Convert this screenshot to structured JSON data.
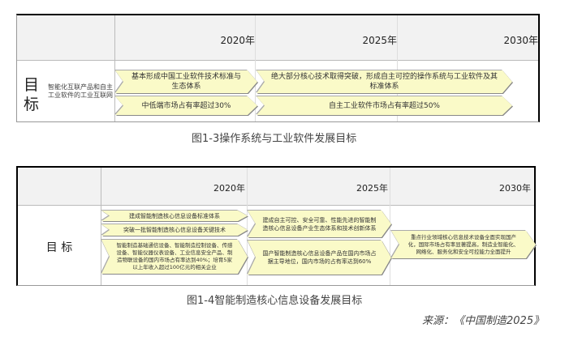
{
  "figure1": {
    "years": [
      "2020年",
      "2025年",
      "2030年"
    ],
    "row_label": "目标",
    "row_label_chars": [
      "目",
      "标"
    ],
    "sub_label": "智能化互联产品和自主工业软件的工业互联网",
    "goals": [
      {
        "period": "2020",
        "text": "基本形成中国工业软件技术标准与生态体系"
      },
      {
        "period": "2025",
        "text": "绝大部分核心技术取得突破，形成自主可控的操作系统与工业软件及其标准体系"
      },
      {
        "period": "2020",
        "text": "中低端市场占有率超过30%"
      },
      {
        "period": "2025",
        "text": "自主工业软件市场占有率超过50%"
      }
    ],
    "caption": "图1-3操作系统与工业软件发展目标"
  },
  "figure2": {
    "years": [
      "2020年",
      "2025年",
      "2030年"
    ],
    "row_label": "目 标",
    "goals": [
      {
        "period": "2020",
        "text": "建成智能制造核心信息设备标准体系"
      },
      {
        "period": "2020",
        "text": "突破一批智能制造核心信息设备关键技术"
      },
      {
        "period": "2020",
        "text": "智能制造基础通信设备、智能制造控制设备、传感设备、智能仪器仪表设备、工业信息安全产品、制造物联设备的国内市场占有率达到40%；培育5家以上年收入超过100亿元的相关企业"
      },
      {
        "period": "2025",
        "text": "建成自主可控、安全可靠、性能先进的智能制造核心信息设备产业生态体系和技术创新体系"
      },
      {
        "period": "2025",
        "text": "国产智能制造核心信息设备产品在国内市场占据主导地位，国内市场的占有率达到60%"
      },
      {
        "period": "2030",
        "text": "重点行业领域核心信息技术设备全面实现国产化，国际市场占有率显著提高，制造业智能化、网络化、服务化和安全可控能力全面提升"
      }
    ],
    "caption": "图1-4智能制造核心信息设备发展目标"
  },
  "source": "来源：《中国制造2025》"
}
